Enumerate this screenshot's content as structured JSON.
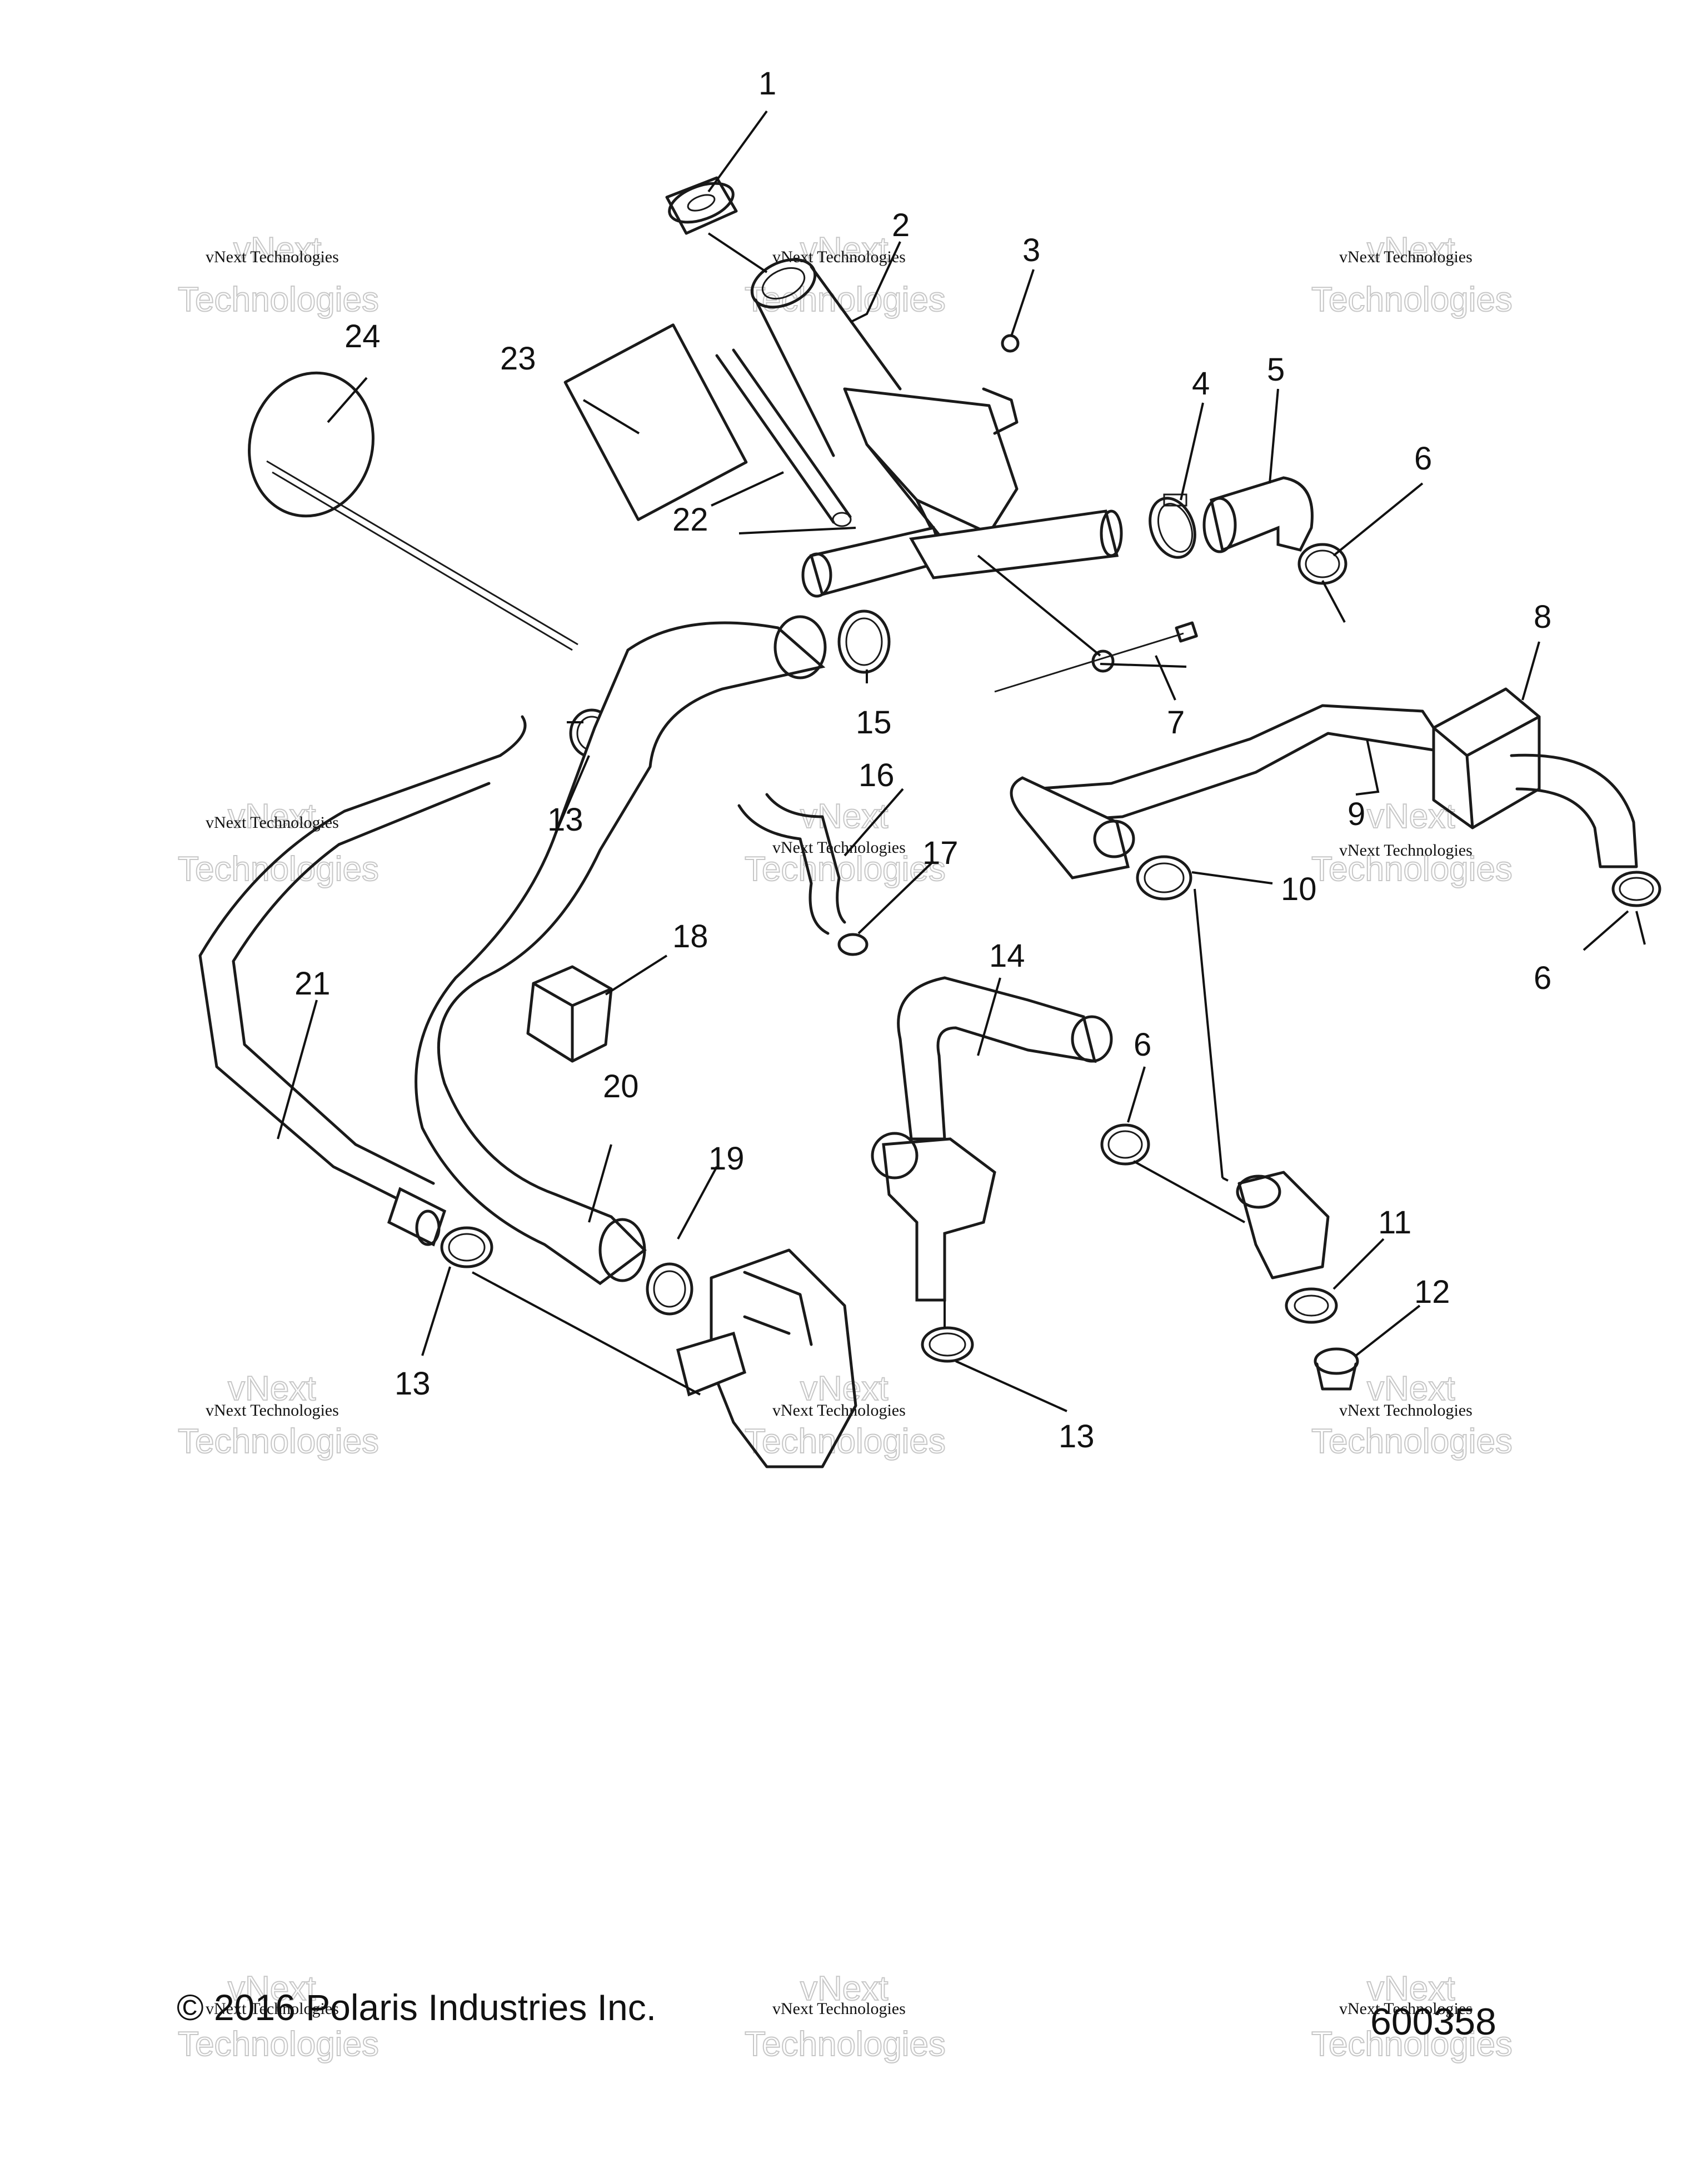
{
  "callouts": {
    "c1": "1",
    "c2": "2",
    "c3": "3",
    "c4": "4",
    "c5": "5",
    "c6a": "6",
    "c6b": "6",
    "c6c": "6",
    "c7": "7",
    "c8": "8",
    "c9": "9",
    "c10": "10",
    "c11": "11",
    "c12": "12",
    "c13a": "13",
    "c13b": "13",
    "c13c": "13",
    "c14": "14",
    "c15": "15",
    "c16": "16",
    "c17": "17",
    "c18": "18",
    "c19": "19",
    "c20": "20",
    "c21": "21",
    "c22": "22",
    "c23": "23",
    "c24": "24"
  },
  "watermark": {
    "line1": "vNext Technologies",
    "overlay_top": "vNext",
    "overlay_bottom": "Technologies"
  },
  "footer": {
    "copyright": "© 2016 Polaris Industries Inc.",
    "part_number": "600358"
  }
}
